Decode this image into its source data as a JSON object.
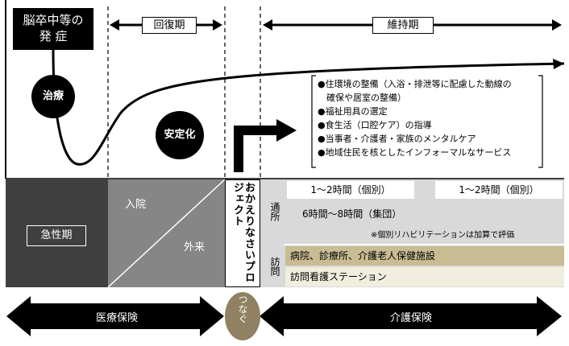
{
  "onset": {
    "line1": "脳卒中等の",
    "line2": "発  症"
  },
  "phases": {
    "recovery": "回復期",
    "maintenance": "維持期"
  },
  "circles": {
    "treatment": "治療",
    "stable": "安定化"
  },
  "bullets": [
    "●住環境の整備（入浴・排泄等に配慮した動線の",
    "　確保や居室の整備）",
    "●福祉用具の選定",
    "●食生活（口腔ケア）の指導",
    "●当事者・介護者・家族のメンタルケア",
    "●地域住民を核としたインフォーマルなサービス"
  ],
  "lower": {
    "acute": "急性期",
    "inpatient": "入院",
    "outpatient": "外来",
    "project": "おかえりなさいプロジェクト",
    "day_service_label": "通所",
    "home_visit_label": "訪問",
    "individual_1": "1〜2時間（個別）",
    "individual_2": "1〜2時間（個別）",
    "group": "6時間〜8時間（集団）",
    "note": "※個別リハビリテーションは加算で評価",
    "facilities": "病院、診療所、介護老人保健施設",
    "nursing_station": "訪問看護ステーション"
  },
  "bottom": {
    "medical": "医療保険",
    "connect": "つなぐ",
    "care": "介護保険"
  }
}
